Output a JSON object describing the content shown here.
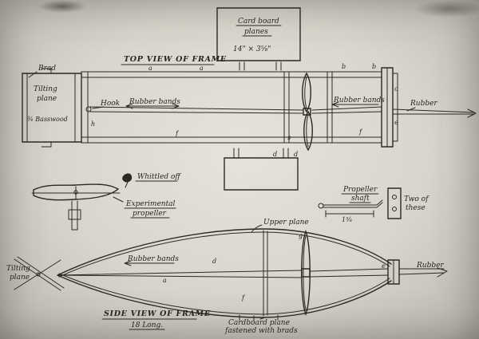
{
  "palette": {
    "paper": "#d8d6cc",
    "ink": "#2b2923"
  },
  "top_view": {
    "title": "TOP VIEW OF FRAME",
    "brad": "Brad",
    "tilting_line1": "Tilting",
    "tilting_line2": "plane",
    "basswood": "¾ Basswood",
    "hook": "Hook",
    "rubber_bands_left": "Rubber bands",
    "rubber_bands_right": "Rubber bands",
    "rubber": "Rubber",
    "letters": [
      "a",
      "a",
      "b",
      "b",
      "h",
      "f",
      "f",
      "e",
      "d",
      "d",
      "c",
      "s"
    ]
  },
  "card_note": {
    "line1": "Card board",
    "line2": "planes",
    "dim": "14\" × 3⅝\""
  },
  "details": {
    "whittled": "Whittled off",
    "experimental_line1": "Experimental",
    "experimental_line2": "propeller",
    "prop_shaft_line1": "Propeller",
    "prop_shaft_line2": "shaft",
    "shaft_dim": "1⅝",
    "two_of_line1": "Two of",
    "two_of_line2": "these"
  },
  "side_view": {
    "title": "SIDE VIEW OF FRAME",
    "length": "18 Long.",
    "upper_plane": "Upper plane",
    "rubber_bands": "Rubber bands",
    "tilting_line1": "Tilting",
    "tilting_line2": "plane",
    "rubber": "Rubber",
    "note_line1": "Cardboard plane",
    "note_line2": "fastened with brads",
    "letters": [
      "d",
      "f",
      "g",
      "e",
      "a"
    ]
  }
}
